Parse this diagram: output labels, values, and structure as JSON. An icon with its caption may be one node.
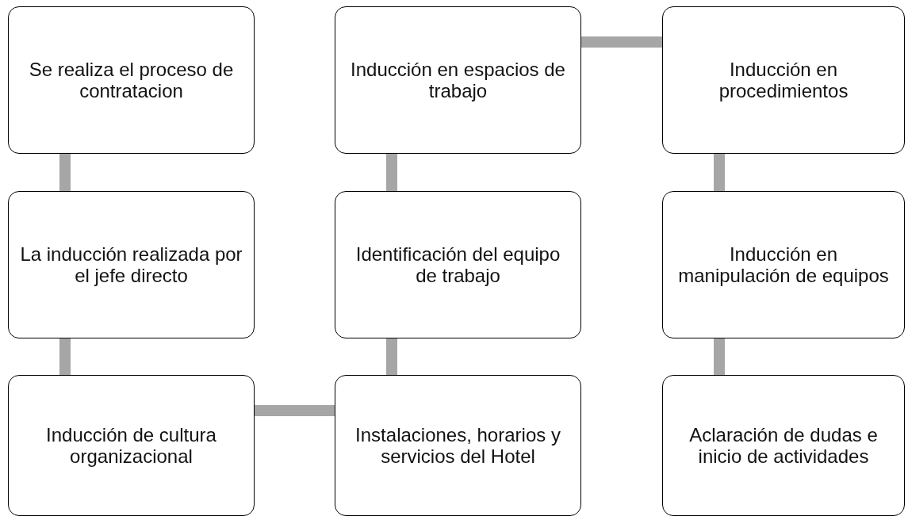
{
  "diagram": {
    "nodes": [
      {
        "text": [
          "Se realiza el proceso de contratacion"
        ]
      },
      {
        "text": [
          "La inducción realizada por el jefe directo"
        ]
      },
      {
        "text": [
          "Inducción de cultura organizacional"
        ]
      },
      {
        "text": [
          "Instalaciones, horarios y servicios del Hotel"
        ]
      },
      {
        "text": [
          "Identificación del equipo de trabajo"
        ]
      },
      {
        "text": [
          "Inducción en espacios de trabajo"
        ]
      },
      {
        "text": [
          "Inducción en procedimientos"
        ]
      },
      {
        "text": [
          "Inducción en manipulación de equipos"
        ]
      },
      {
        "text": [
          "Aclaración de dudas e inicio de actividades"
        ]
      }
    ],
    "edges": [
      {
        "from": 0,
        "to": 1,
        "arrow": "none"
      },
      {
        "from": 1,
        "to": 2,
        "arrow": "none"
      },
      {
        "from": 2,
        "to": 3,
        "arrow": "none"
      },
      {
        "from": 3,
        "to": 4,
        "arrow": "none"
      },
      {
        "from": 4,
        "to": 5,
        "arrow": "none"
      },
      {
        "from": 5,
        "to": 6,
        "arrow": "none"
      },
      {
        "from": 6,
        "to": 7,
        "arrow": "none"
      },
      {
        "from": 7,
        "to": 8,
        "arrow": "none"
      }
    ]
  }
}
